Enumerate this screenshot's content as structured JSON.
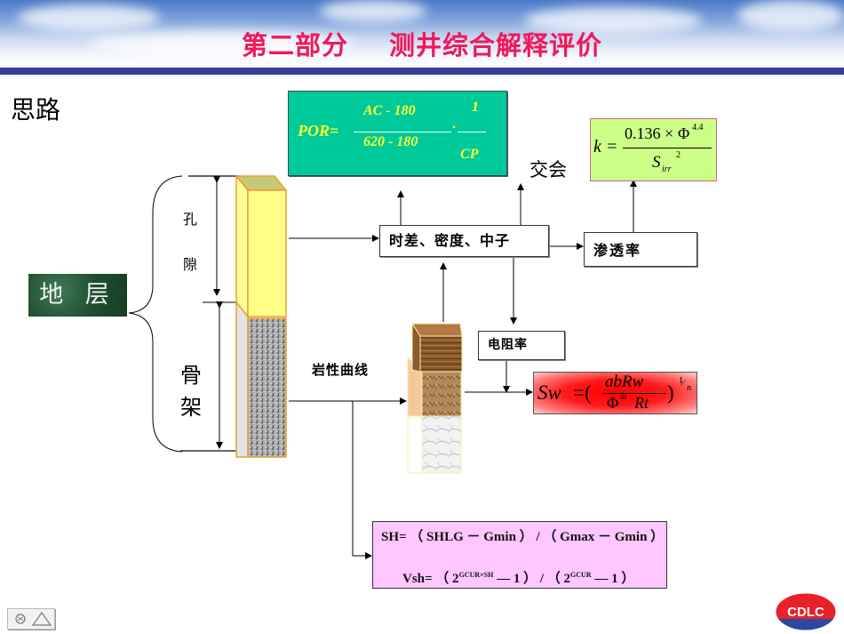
{
  "header": {
    "title_part": "第二部分",
    "title_main": "测井综合解释评价",
    "accent_color": "#f0185a",
    "bar_color": "#3a3f94"
  },
  "section_label": "思路",
  "formation": {
    "label": "地 层",
    "pore_chars": [
      "孔",
      "隙"
    ],
    "matrix_chars": [
      "骨",
      "架"
    ]
  },
  "porosity_formula": {
    "lhs": "POR=",
    "numerator": "AC - 180",
    "denominator": "620 - 180",
    "dot": "·",
    "factor_numerator": "1",
    "factor_denominator": "CP",
    "bg_color": "#00c99a"
  },
  "crossplot_label": "交会",
  "permeability_formula": {
    "lhs": "k =",
    "coefficient": "0.136",
    "times": "×",
    "phi": "Φ",
    "phi_exponent": "4.4",
    "denominator_base": "S",
    "denominator_subscript": "irr",
    "denominator_exponent": "2",
    "bg_color": "#ccff88"
  },
  "boxes": {
    "logs": "时差、密度、中子",
    "permeability": "渗透率",
    "resistivity": "电阻率",
    "lithology_curve": "岩性曲线"
  },
  "saturation_formula": {
    "lhs": "Sw",
    "eq": "=(",
    "numerator": "abRw",
    "denominator_phi": "Φ",
    "denominator_exp": "m",
    "denominator_rt": "Rt",
    "close": ")",
    "exponent_num": "1",
    "exponent_den": "n"
  },
  "shale_formula": {
    "line1": "SH= （ SHLG － Gmin ） / （ Gmax － Gmin ）",
    "line2_prefix": "Vsh= （ 2",
    "line2_exp1": "GCUR×SH",
    "line2_mid": " — 1 ） / （ 2",
    "line2_exp2": "GCUR",
    "line2_suffix": " — 1 ）",
    "bg_color": "#ffc6ff"
  },
  "footer": {
    "nav_icon": "slide-nav-icon",
    "logo_text": "CDLC"
  }
}
